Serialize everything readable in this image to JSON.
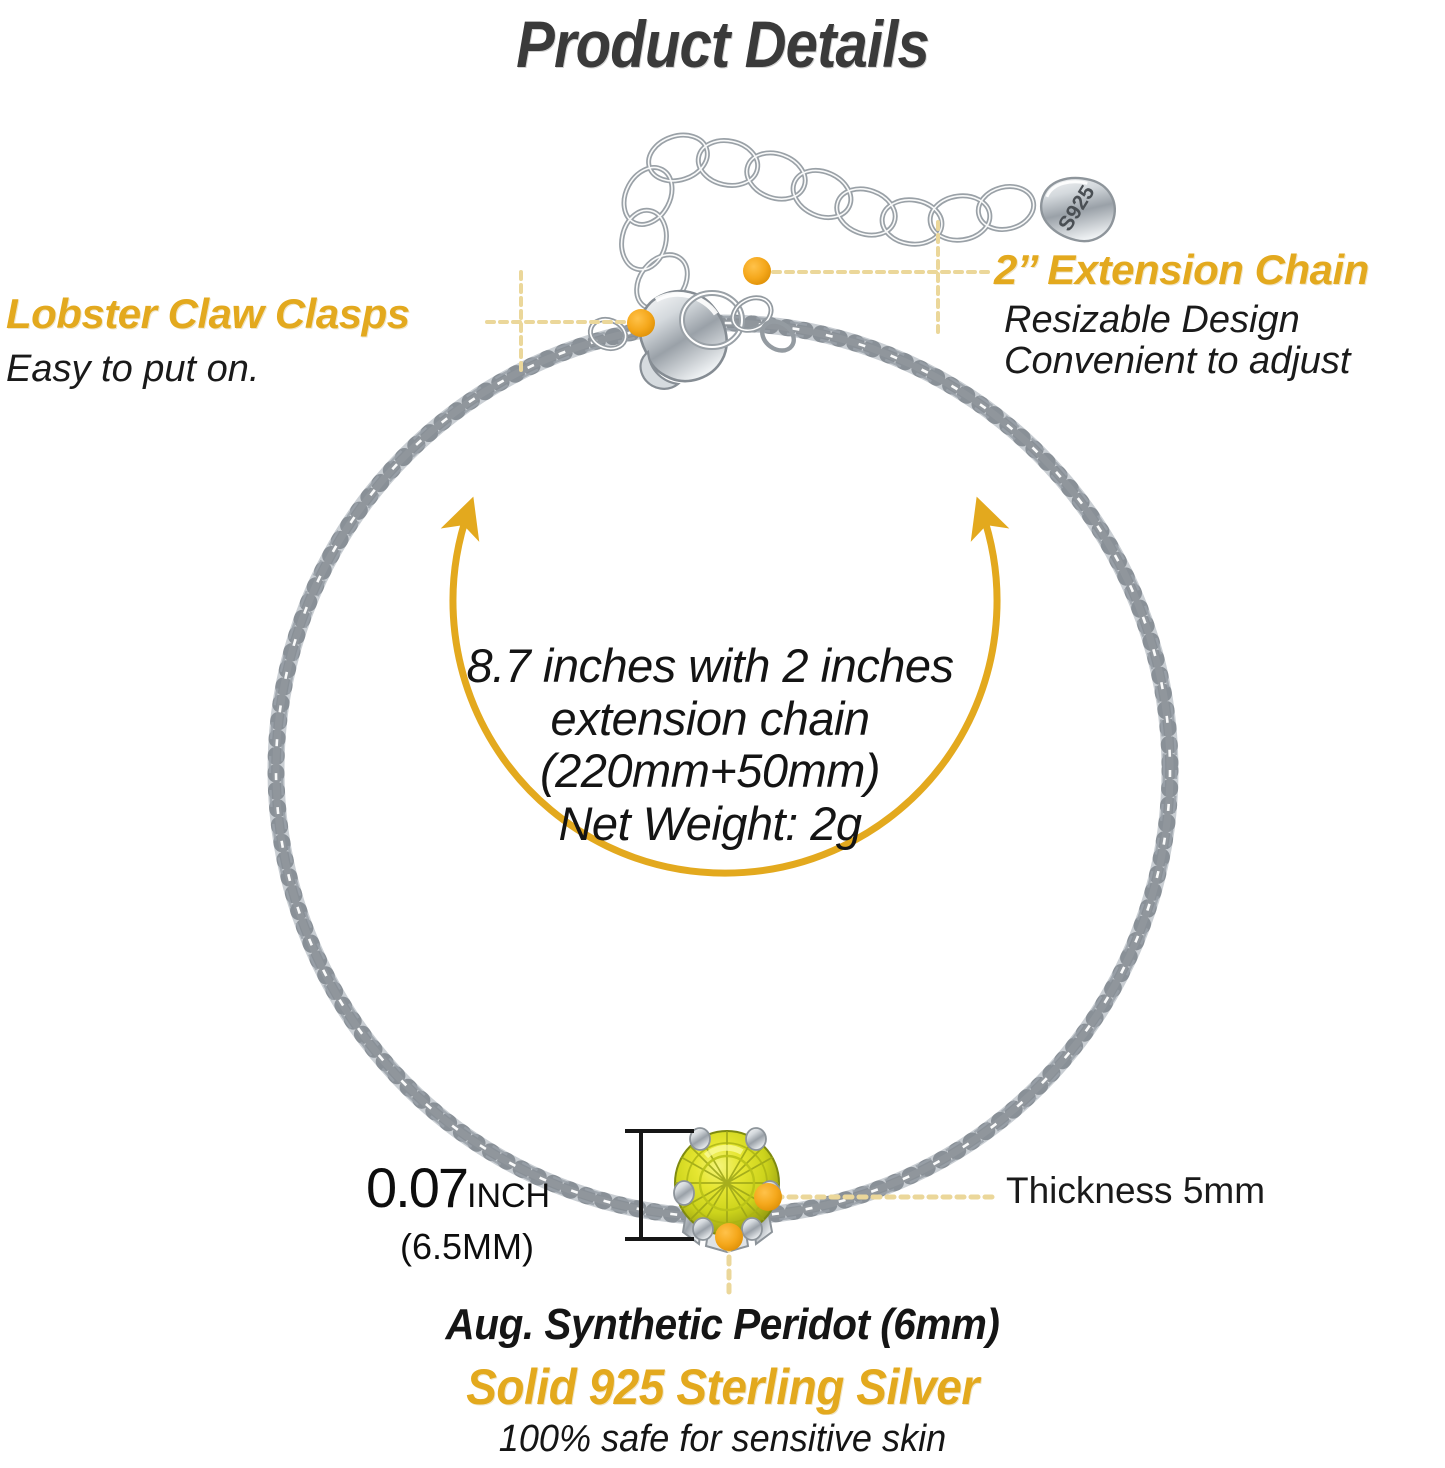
{
  "page": {
    "title": "Product Details",
    "background_color": "#ffffff",
    "accent_gold": "#E3A91E",
    "dot_color": "#F5A81C",
    "leader_color": "#EBD79A",
    "gem_color": "#D8DD2E",
    "metal_color": "#BFC4C9"
  },
  "annotations": {
    "lobster": {
      "heading": "Lobster Claw Clasps",
      "subtext": "Easy to put on."
    },
    "extension": {
      "heading": "2’’ Extension Chain",
      "subtext_line1": "Resizable Design",
      "subtext_line2": "Convenient  to adjust"
    },
    "thickness": {
      "label": "Thickness 5mm"
    },
    "gem_size": {
      "value": "0.07",
      "unit": "INCH",
      "metric": "(6.5MM)"
    }
  },
  "center_spec": {
    "line1": "8.7 inches with 2 inches",
    "line2": "extension chain",
    "line3": "(220mm+50mm)",
    "line4": "Net Weight: 2g"
  },
  "footer": {
    "stone": "Aug. Synthetic Peridot (6mm)",
    "material": "Solid 925 Sterling Silver",
    "safety": "100% safe for sensitive skin"
  },
  "product": {
    "tag_stamp": "S925"
  }
}
